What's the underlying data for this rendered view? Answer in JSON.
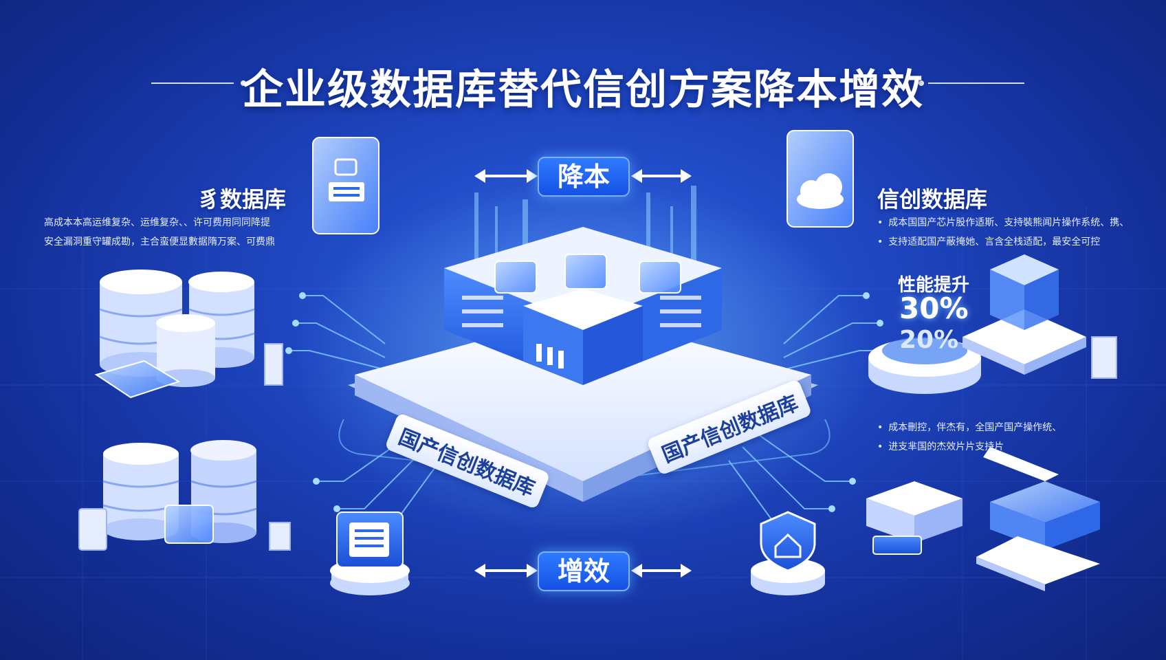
{
  "title": "企业级数据库替代信创方案降本增效",
  "left": {
    "title": "豸数据库",
    "lines": [
      "高成本本高运维复杂、运维复杂、、许可费用同同降提",
      "安全漏洞重守罐成勘，主合蛮便显數据隋万案、可费鼎"
    ]
  },
  "right": {
    "title": "信创数据库",
    "lines": [
      "成本国国产芯片股作适斯、支持裝熊闻片操作系统、携、",
      "支持适配国产蔽掩她、言含全栈适配，最安全可控"
    ],
    "lines2": [
      "成本刪控，伴杰有，全国产国产操作统、",
      "进支芈国的杰效片片支持片"
    ]
  },
  "top_pill": "降本",
  "bottom_pill": "增效",
  "metric": {
    "title": "性能提升",
    "value1": "30%",
    "value2": "20%"
  },
  "platform": {
    "label_left": "国产信创数据库",
    "label_right": "国产信创数据库"
  },
  "colors": {
    "accent": "#2f7bff",
    "background": "#1f47c2",
    "line": "#7cc8ff"
  }
}
